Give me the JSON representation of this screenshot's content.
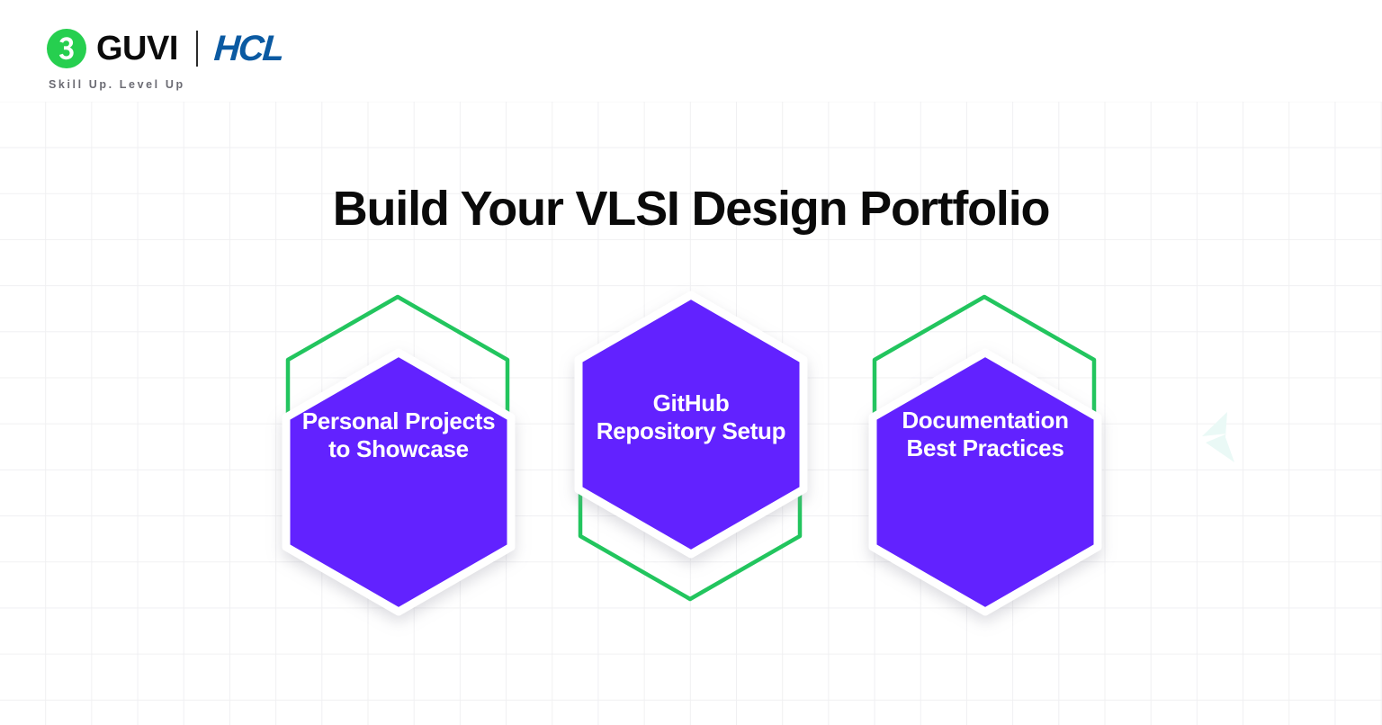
{
  "brand": {
    "logo_icon": "guvi-g-mark-icon",
    "guvi_name": "GUVI",
    "partner_name": "HCL",
    "tagline": "Skill Up. Level Up",
    "guvi_green": "#26CF4F",
    "hcl_blue": "#0B5AA2"
  },
  "header": {
    "title": "Build Your VLSI Design Portfolio"
  },
  "colors": {
    "hex_fill": "#6222FF",
    "hex_outline": "#22C55E",
    "grid_line": "#f0f0f2",
    "background": "#FFFFFF",
    "arrow_tint": "#EAF9F6"
  },
  "decor": {
    "arrow_icon": "left-chevron-arrow-icon"
  },
  "hexagons": [
    {
      "id": "personal-projects",
      "line1": "Personal Projects",
      "line2": "to Showcase",
      "outline_offset": "up"
    },
    {
      "id": "github-repository",
      "line1": "GitHub",
      "line2": "Repository Setup",
      "outline_offset": "down"
    },
    {
      "id": "documentation",
      "line1": "Documentation",
      "line2": "Best Practices",
      "outline_offset": "up"
    }
  ]
}
